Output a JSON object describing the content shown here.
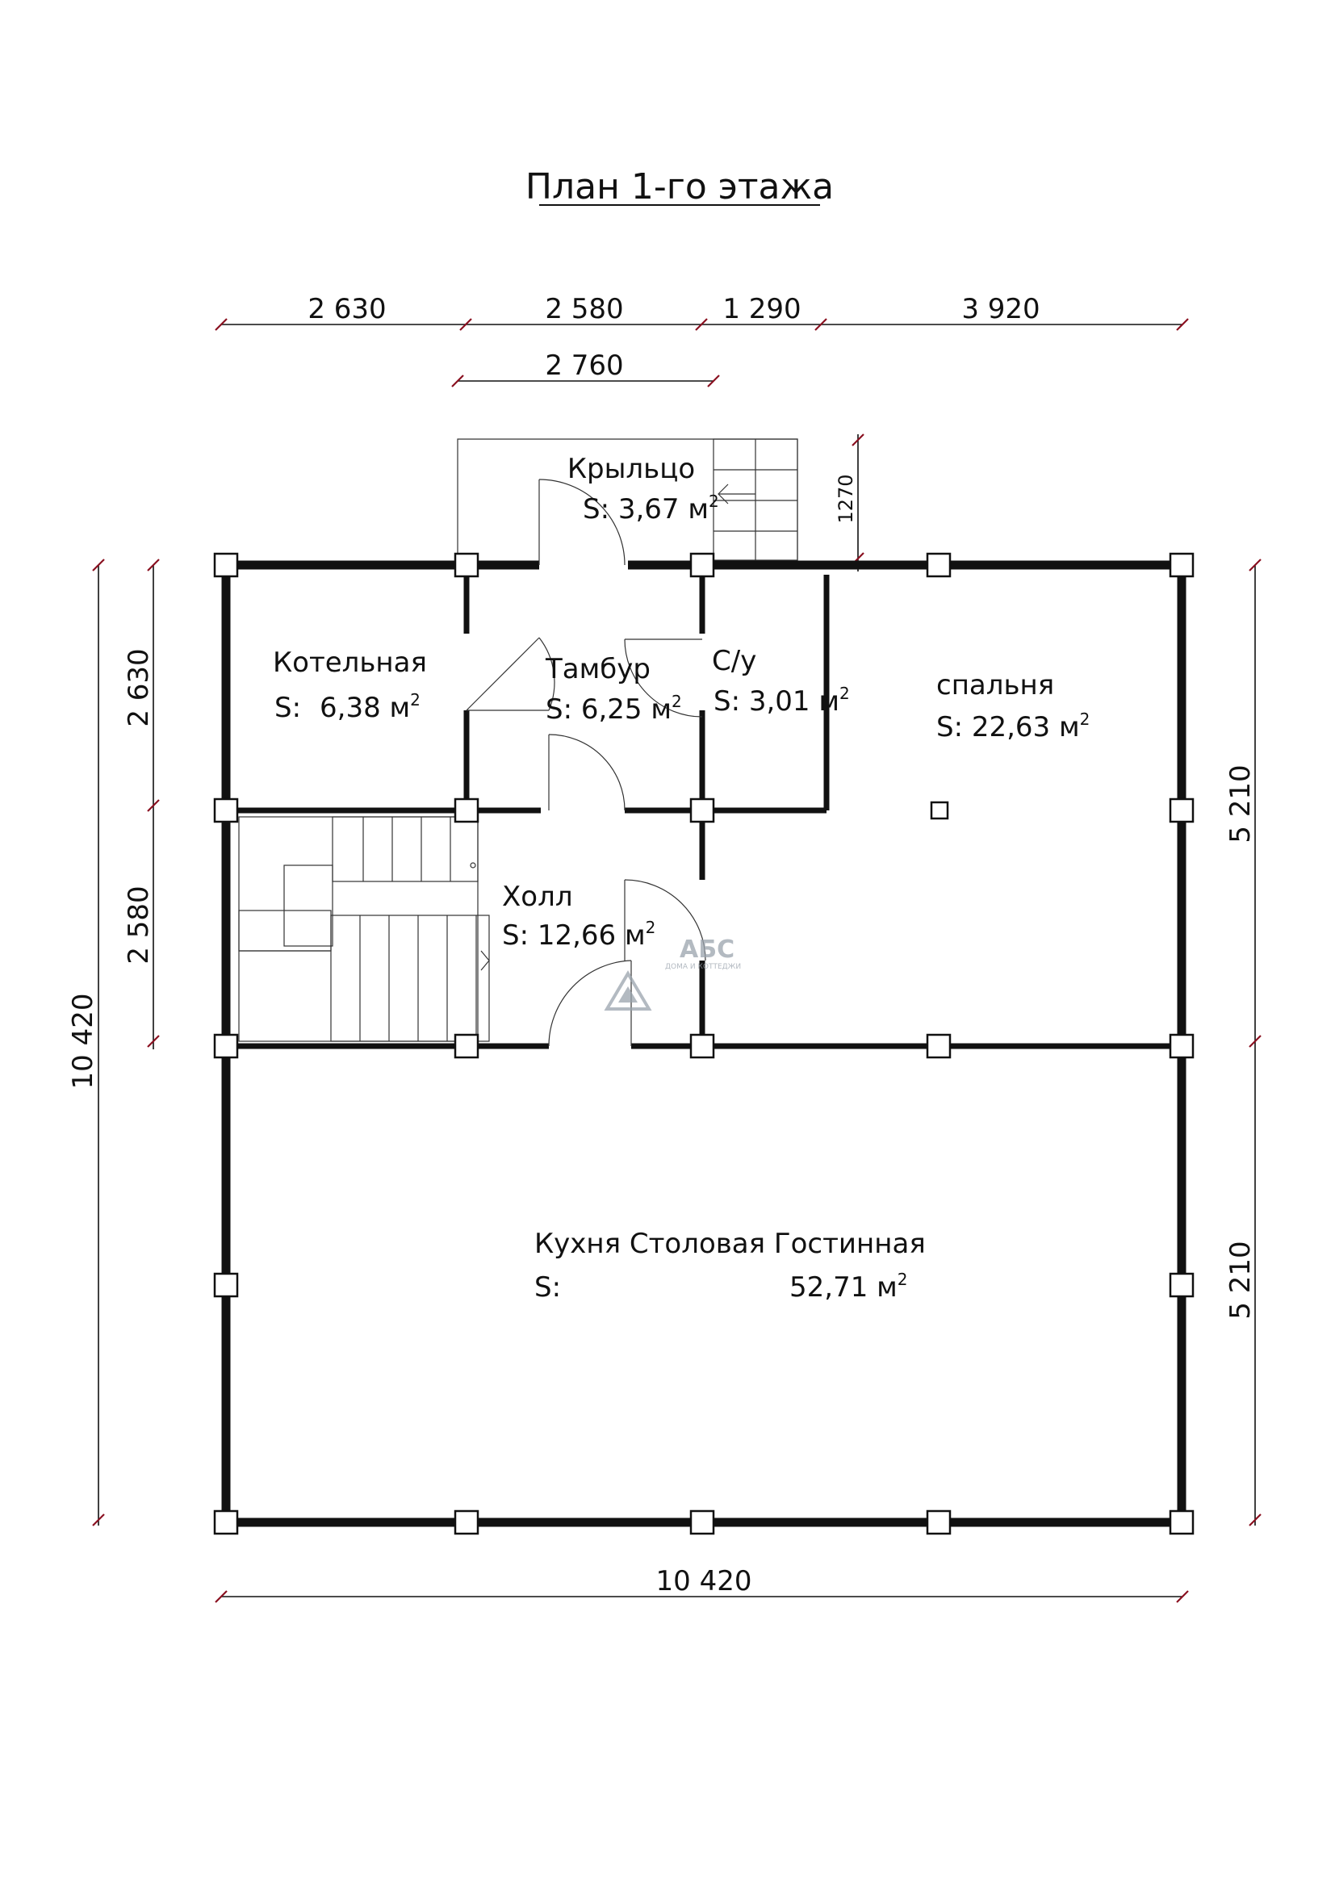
{
  "title": "План 1-го этажа",
  "dimensions": {
    "top": [
      "2 630",
      "2 580",
      "1 290",
      "3 920"
    ],
    "top_second": "2 760",
    "porch_depth": "1270",
    "left_outer": "10 420",
    "left_inner": [
      "2 630",
      "2 580"
    ],
    "right": [
      "5 210",
      "5 210"
    ],
    "bottom": "10 420"
  },
  "rooms": {
    "porch": {
      "name": "Крыльцо",
      "area": "S: 3,67 м"
    },
    "boiler": {
      "name": "Котельная",
      "area_prefix": "S:",
      "area": "6,38 м"
    },
    "vestibule": {
      "name": "Тамбур",
      "area": "S: 6,25 м"
    },
    "wc": {
      "name": "С/у",
      "area": "S: 3,01 м"
    },
    "bedroom": {
      "name": "спальня",
      "area": "S: 22,63 м"
    },
    "hall": {
      "name": "Холл",
      "area": "S: 12,66 м"
    },
    "living": {
      "name": "Кухня Столовая Гостинная",
      "area_prefix": "S:",
      "area": "52,71 м"
    }
  },
  "area_unit_sup": "2",
  "logo": {
    "brand": "АБС",
    "tagline": "ДОМА И КОТТЕДЖИ"
  }
}
